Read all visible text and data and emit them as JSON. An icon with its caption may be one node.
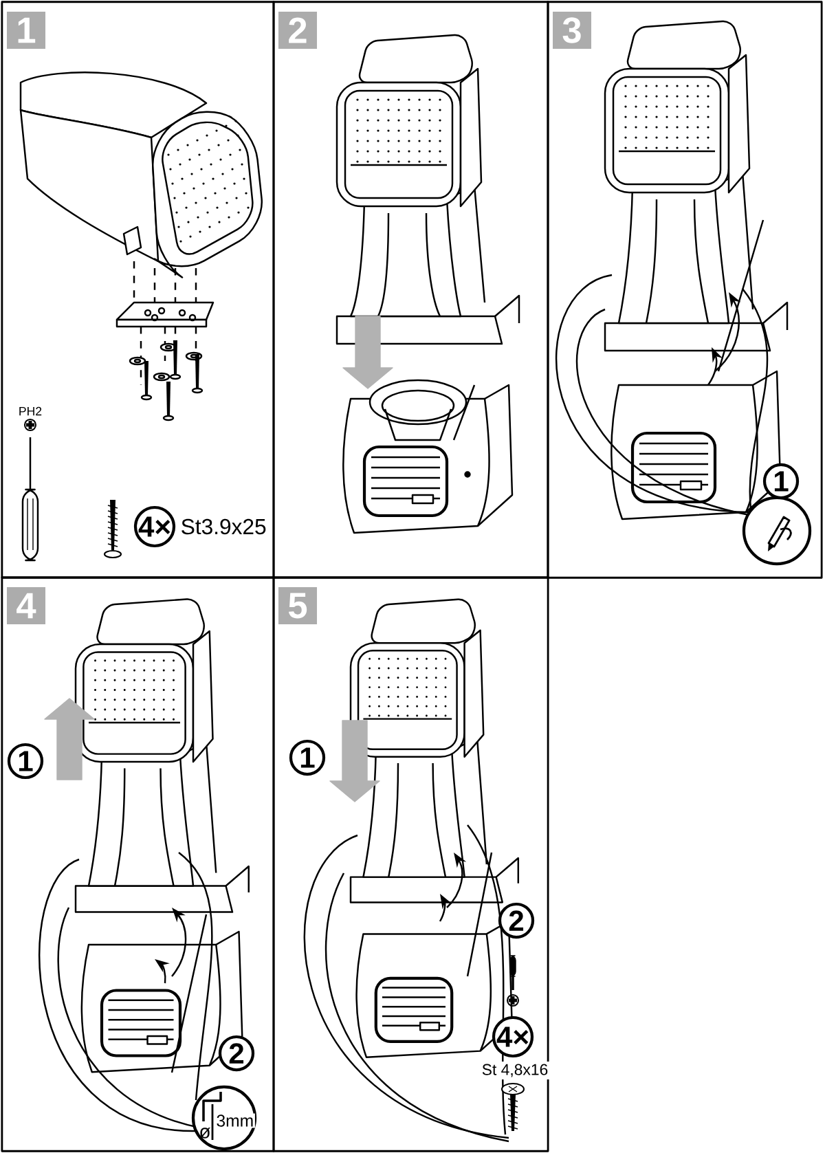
{
  "diagram": {
    "nodes": [
      {
        "text": [
          "1"
        ]
      },
      {
        "text": [
          "2"
        ]
      },
      {
        "text": [
          "3"
        ]
      },
      {
        "text": [
          "4"
        ]
      },
      {
        "text": [
          "5"
        ]
      },
      {
        "text": [
          "4×"
        ],
        "in": 0,
        "beside": [
          "St3.9x25"
        ]
      },
      {
        "text": [
          "1"
        ],
        "in": 2
      },
      {
        "text": [],
        "shape": "circle",
        "in": 2
      },
      {
        "text": [
          "1"
        ],
        "in": 3
      },
      {
        "text": [
          "2"
        ],
        "in": 3
      },
      {
        "text": [
          "ø",
          "3mm"
        ],
        "in": 3
      },
      {
        "text": [
          "1"
        ],
        "in": 4
      },
      {
        "text": [
          "2"
        ],
        "in": 4
      },
      {
        "text": [
          "4×"
        ],
        "in": 4,
        "beside": [
          "St 4,8x16"
        ]
      }
    ],
    "labels": [
      "PH2"
    ]
  }
}
